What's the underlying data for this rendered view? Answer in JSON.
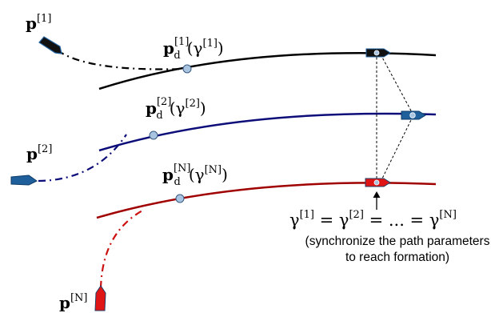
{
  "colors": {
    "path1": "#000000",
    "path2": "#0d0d7a",
    "path3": "#a00000",
    "vehicle1": "#111111",
    "vehicle2": "#1f5f9c",
    "vehicle3": "#e01515",
    "point": "#a9c4e0"
  },
  "labels": {
    "p1_base": "p",
    "p1_sup": "[1]",
    "p2_base": "p",
    "p2_sup": "[2]",
    "pN_base": "p",
    "pN_sup": "[N]",
    "pd1_base": "p",
    "pd1_sub": "d",
    "pd1_sup": "[1]",
    "pd1_arg": "(γ",
    "pd1_arg_sup": "[1]",
    "pd1_close": ")",
    "pd2_base": "p",
    "pd2_sub": "d",
    "pd2_sup": "[2]",
    "pd2_arg": "(γ",
    "pd2_arg_sup": "[2]",
    "pd2_close": ")",
    "pdN_base": "p",
    "pdN_sub": "d",
    "pdN_sup": "[N]",
    "pdN_arg": "(γ",
    "pdN_arg_sup": "[N]",
    "pdN_close": ")"
  },
  "equation": {
    "g1": "γ",
    "g1_sup": "[1]",
    "eq1": " = γ",
    "g2_sup": "[2]",
    "eq2": " = ... = γ",
    "gN_sup": "[N]"
  },
  "caption": {
    "line1": "(synchronize the path parameters",
    "line2": "to reach formation)"
  },
  "icons": [
    "vehicle-icon",
    "path-point-marker",
    "arrow-up-icon"
  ]
}
